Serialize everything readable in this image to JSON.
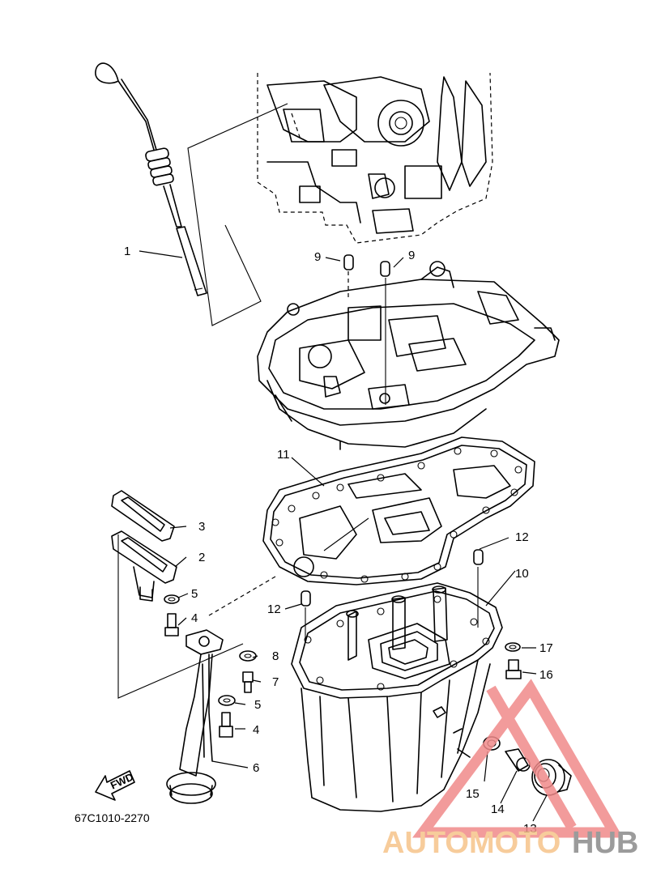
{
  "diagram": {
    "drawing_code": "67C1010-2270",
    "fwd_label": "FWD",
    "callouts": [
      {
        "id": "c1",
        "label": "1"
      },
      {
        "id": "c2",
        "label": "2"
      },
      {
        "id": "c3",
        "label": "3"
      },
      {
        "id": "c4a",
        "label": "4"
      },
      {
        "id": "c4b",
        "label": "4"
      },
      {
        "id": "c5a",
        "label": "5"
      },
      {
        "id": "c5b",
        "label": "5"
      },
      {
        "id": "c6",
        "label": "6"
      },
      {
        "id": "c7",
        "label": "7"
      },
      {
        "id": "c8",
        "label": "8"
      },
      {
        "id": "c9a",
        "label": "9"
      },
      {
        "id": "c9b",
        "label": "9"
      },
      {
        "id": "c10",
        "label": "10"
      },
      {
        "id": "c11",
        "label": "11"
      },
      {
        "id": "c12a",
        "label": "12"
      },
      {
        "id": "c12b",
        "label": "12"
      },
      {
        "id": "c13",
        "label": "13"
      },
      {
        "id": "c14",
        "label": "14"
      },
      {
        "id": "c15",
        "label": "15"
      },
      {
        "id": "c16",
        "label": "16"
      },
      {
        "id": "c17",
        "label": "17"
      }
    ]
  },
  "watermark": {
    "part1": "AUTOMOTO",
    "part2": "HUB",
    "color1": "#f6c48a",
    "color2": "#8a8a8a",
    "triangle_color": "#f08a8a"
  }
}
